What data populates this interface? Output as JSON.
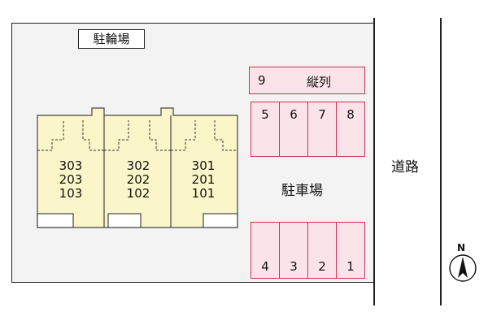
{
  "map": {
    "bicycle_parking_label": "駐輪場",
    "parking_label": "駐車場",
    "road_label": "道路",
    "compass_label": "N",
    "tandem": {
      "number": "9",
      "label": "縦列"
    },
    "top_stalls": [
      "5",
      "6",
      "7",
      "8"
    ],
    "bottom_stalls": [
      "4",
      "3",
      "2",
      "1"
    ],
    "building_units": [
      {
        "upper": "303",
        "middle": "203",
        "lower": "103"
      },
      {
        "upper": "302",
        "middle": "202",
        "lower": "102"
      },
      {
        "upper": "301",
        "middle": "201",
        "lower": "101"
      }
    ],
    "colors": {
      "building_fill": "#fbf6c9",
      "stall_fill": "#fbe3ea",
      "stall_border": "#d0304f",
      "lot_fill": "#f3f3f3"
    }
  }
}
